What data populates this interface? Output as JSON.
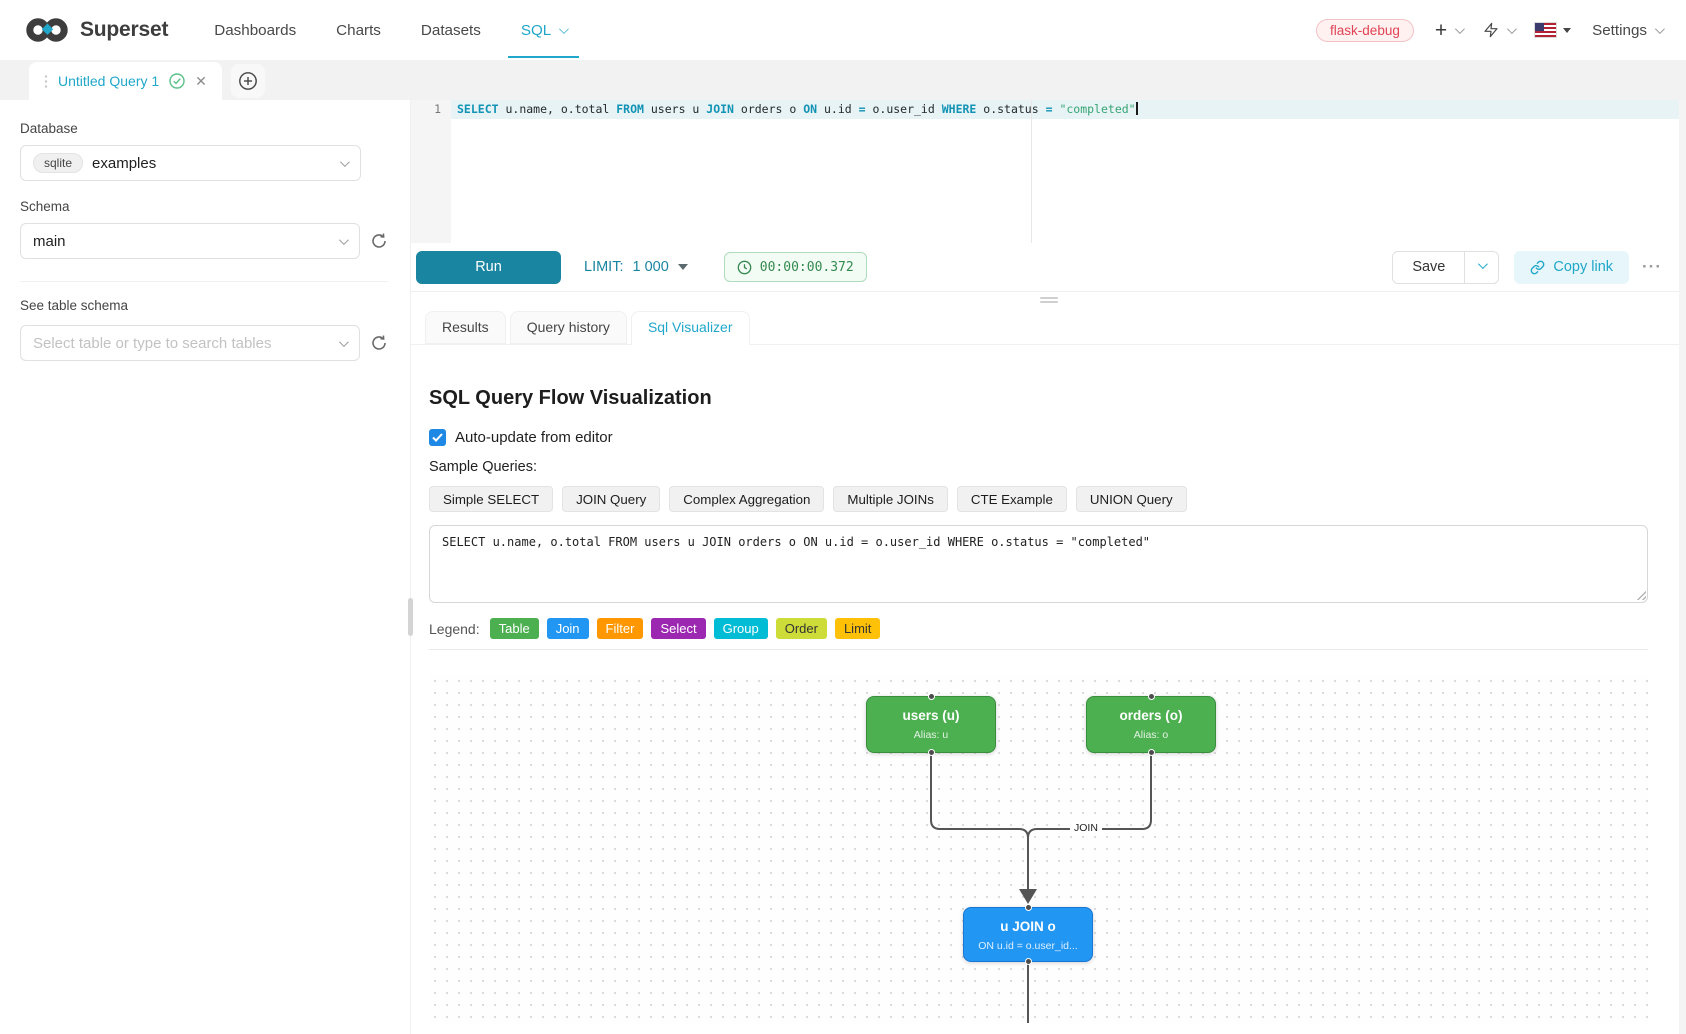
{
  "nav": {
    "brand": "Superset",
    "items": [
      {
        "label": "Dashboards",
        "active": false
      },
      {
        "label": "Charts",
        "active": false
      },
      {
        "label": "Datasets",
        "active": false
      },
      {
        "label": "SQL",
        "active": true
      }
    ],
    "env_badge": "flask-debug",
    "settings": "Settings"
  },
  "icons": {
    "plus": "+",
    "more": "···",
    "close": "✕",
    "check": "✓"
  },
  "query_tab": {
    "title": "Untitled Query 1"
  },
  "sidebar": {
    "database_label": "Database",
    "database_engine": "sqlite",
    "database_name": "examples",
    "schema_label": "Schema",
    "schema_value": "main",
    "table_section_label": "See table schema",
    "table_placeholder": "Select table or type to search tables"
  },
  "editor": {
    "line_number": "1",
    "tokens": [
      {
        "t": "SELECT ",
        "c": "kw"
      },
      {
        "t": "u.name, o.total ",
        "c": "pl"
      },
      {
        "t": "FROM ",
        "c": "kw"
      },
      {
        "t": "users u ",
        "c": "pl"
      },
      {
        "t": "JOIN ",
        "c": "kw"
      },
      {
        "t": "orders o ",
        "c": "pl"
      },
      {
        "t": "ON ",
        "c": "kw"
      },
      {
        "t": "u.id ",
        "c": "pl"
      },
      {
        "t": "= ",
        "c": "op"
      },
      {
        "t": "o.user_id ",
        "c": "pl"
      },
      {
        "t": "WHERE ",
        "c": "kw"
      },
      {
        "t": "o.status ",
        "c": "pl"
      },
      {
        "t": "= ",
        "c": "op"
      },
      {
        "t": "\"completed\"",
        "c": "str"
      }
    ]
  },
  "toolbar": {
    "run": "Run",
    "limit_label": "LIMIT:",
    "limit_value": "1 000",
    "timer": "00:00:00.372",
    "save": "Save",
    "copy_link": "Copy link"
  },
  "result_tabs": [
    {
      "label": "Results",
      "active": false
    },
    {
      "label": "Query history",
      "active": false
    },
    {
      "label": "Sql Visualizer",
      "active": true
    }
  ],
  "visualizer": {
    "title": "SQL Query Flow Visualization",
    "auto_update_label": "Auto-update from editor",
    "auto_update_checked": true,
    "samples_label": "Sample Queries:",
    "sample_buttons": [
      {
        "label": "Simple SELECT"
      },
      {
        "label": "JOIN Query"
      },
      {
        "label": "Complex Aggregation"
      },
      {
        "label": "Multiple JOINs"
      },
      {
        "label": "CTE Example"
      },
      {
        "label": "UNION Query"
      }
    ],
    "query_text": "SELECT u.name, o.total FROM users u JOIN orders o ON u.id = o.user_id WHERE o.status = \"completed\"",
    "legend_label": "Legend:",
    "legend": [
      {
        "label": "Table",
        "color": "#4CAF50",
        "text_color": "#ffffff"
      },
      {
        "label": "Join",
        "color": "#2196F3",
        "text_color": "#ffffff"
      },
      {
        "label": "Filter",
        "color": "#FF9800",
        "text_color": "#ffffff"
      },
      {
        "label": "Select",
        "color": "#9C27B0",
        "text_color": "#ffffff"
      },
      {
        "label": "Group",
        "color": "#00BCD4",
        "text_color": "#ffffff"
      },
      {
        "label": "Order",
        "color": "#CDDC39",
        "text_color": "#333333"
      },
      {
        "label": "Limit",
        "color": "#FFC107",
        "text_color": "#333333"
      }
    ],
    "flow": {
      "nodes": [
        {
          "title": "users (u)",
          "subtitle": "Alias: u",
          "color": "#4CAF50",
          "border_color": "#388E3C"
        },
        {
          "title": "orders (o)",
          "subtitle": "Alias: o",
          "color": "#4CAF50",
          "border_color": "#388E3C"
        },
        {
          "title": "u JOIN o",
          "subtitle": "ON u.id = o.user_id...",
          "color": "#2196F3",
          "border_color": "#1976D2"
        }
      ],
      "edge_label": "JOIN"
    }
  },
  "colors": {
    "accent": "#20a7c9",
    "run_button": "#1985a0",
    "timer_green": "#348a50",
    "env_badge_red": "#e04355"
  }
}
